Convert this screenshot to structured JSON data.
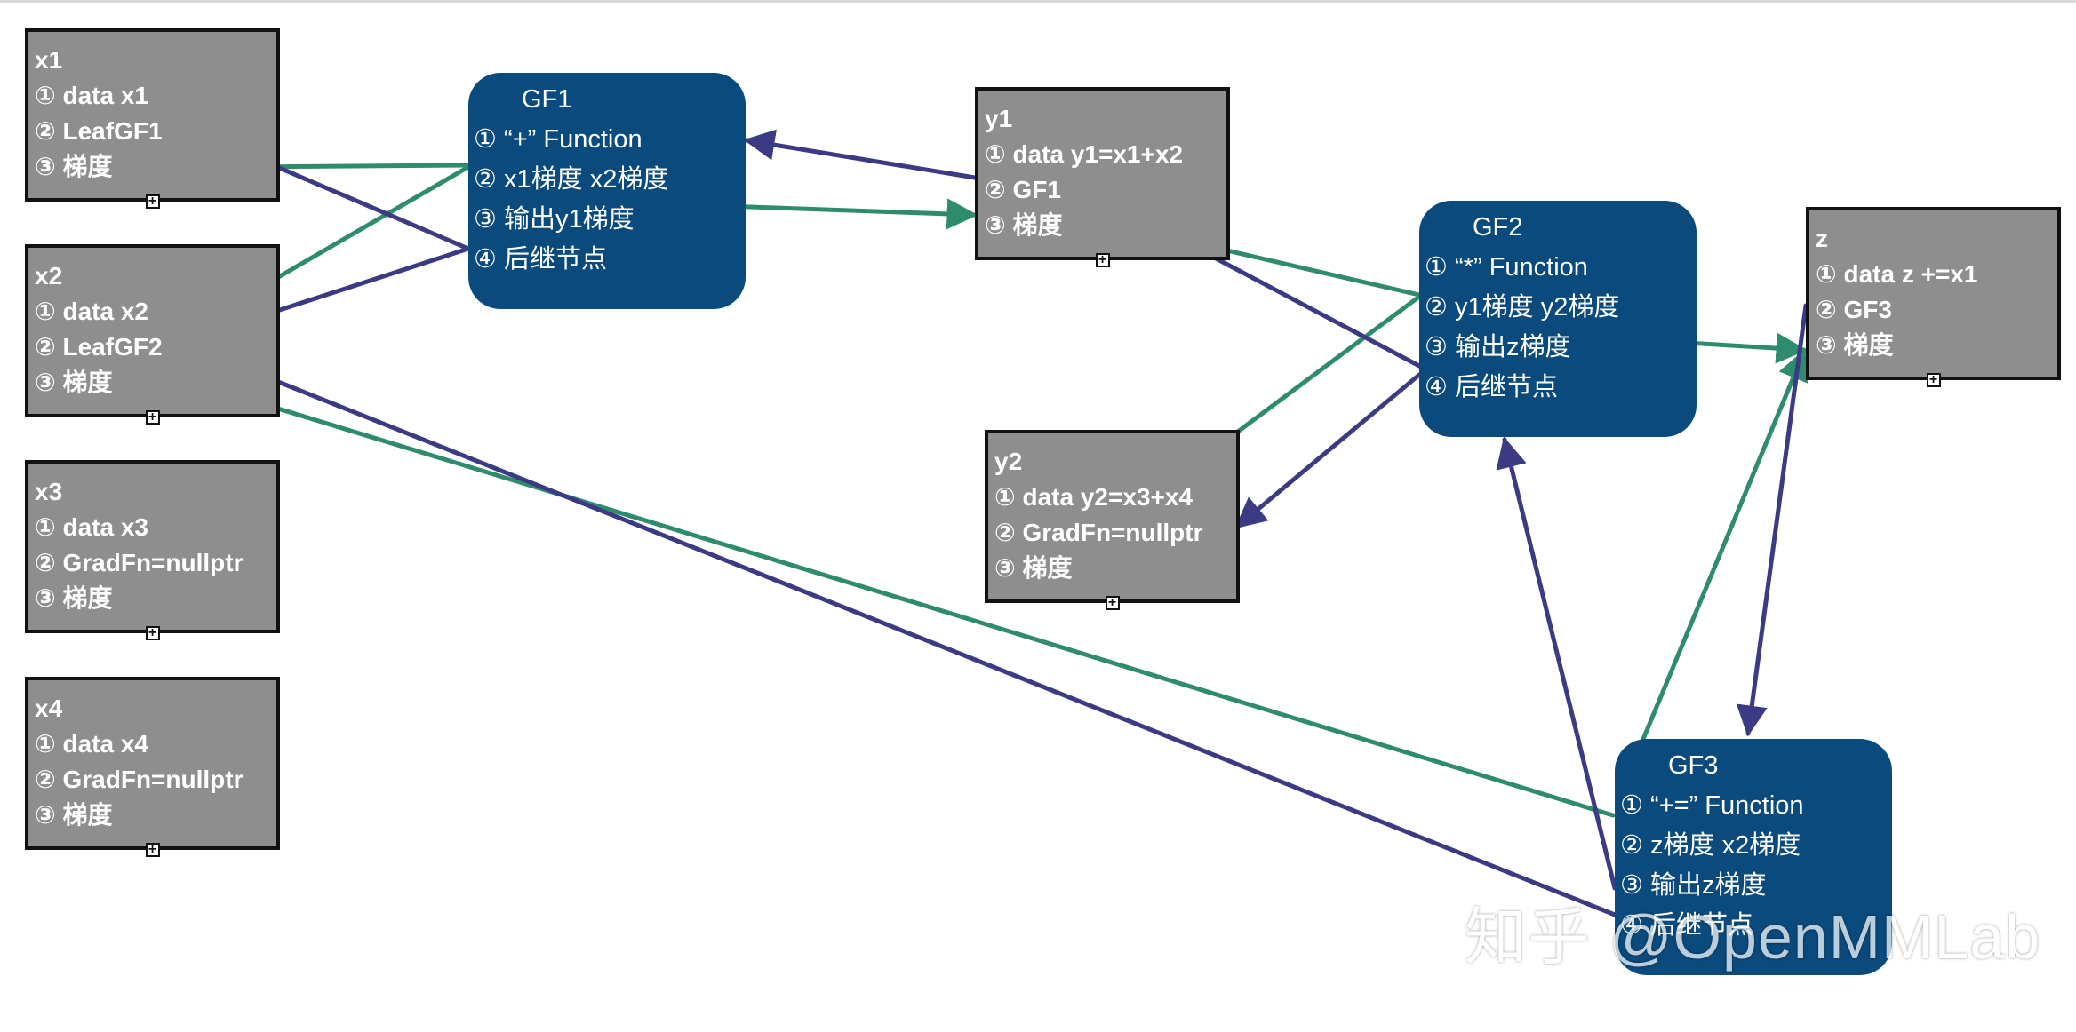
{
  "tensors": {
    "x1": {
      "title": "x1",
      "lines": [
        "① data x1",
        "② LeafGF1",
        "③ 梯度"
      ]
    },
    "x2": {
      "title": "x2",
      "lines": [
        "① data x2",
        "② LeafGF2",
        "③ 梯度"
      ]
    },
    "x3": {
      "title": "x3",
      "lines": [
        "① data x3",
        "② GradFn=nullptr",
        "③ 梯度"
      ]
    },
    "x4": {
      "title": "x4",
      "lines": [
        "① data x4",
        "② GradFn=nullptr",
        "③ 梯度"
      ]
    },
    "y1": {
      "title": "y1",
      "lines": [
        "① data y1=x1+x2",
        "② GF1",
        "③ 梯度"
      ]
    },
    "y2": {
      "title": "y2",
      "lines": [
        "① data y2=x3+x4",
        "② GradFn=nullptr",
        "③ 梯度"
      ]
    },
    "z": {
      "title": "z",
      "lines": [
        "① data z +=x1",
        "② GF3",
        "③ 梯度"
      ]
    }
  },
  "functions": {
    "gf1": {
      "title": "GF1",
      "lines": [
        "① “+” Function",
        "② x1梯度 x2梯度",
        "③ 输出y1梯度",
        "④ 后继节点"
      ]
    },
    "gf2": {
      "title": "GF2",
      "lines": [
        "① “*” Function",
        "② y1梯度 y2梯度",
        "③ 输出z梯度",
        "④ 后继节点"
      ]
    },
    "gf3": {
      "title": "GF3",
      "lines": [
        "① “+=” Function",
        "② z梯度 x2梯度",
        "③ 输出z梯度",
        "④ 后继节点"
      ]
    }
  },
  "colors": {
    "tensor_fill": "#8e8e8e",
    "function_fill": "#0a4a7d",
    "gradient_edge": "#2e8b6e",
    "successor_edge": "#3b3a82"
  },
  "watermark": "知乎 @OpenMMLab"
}
